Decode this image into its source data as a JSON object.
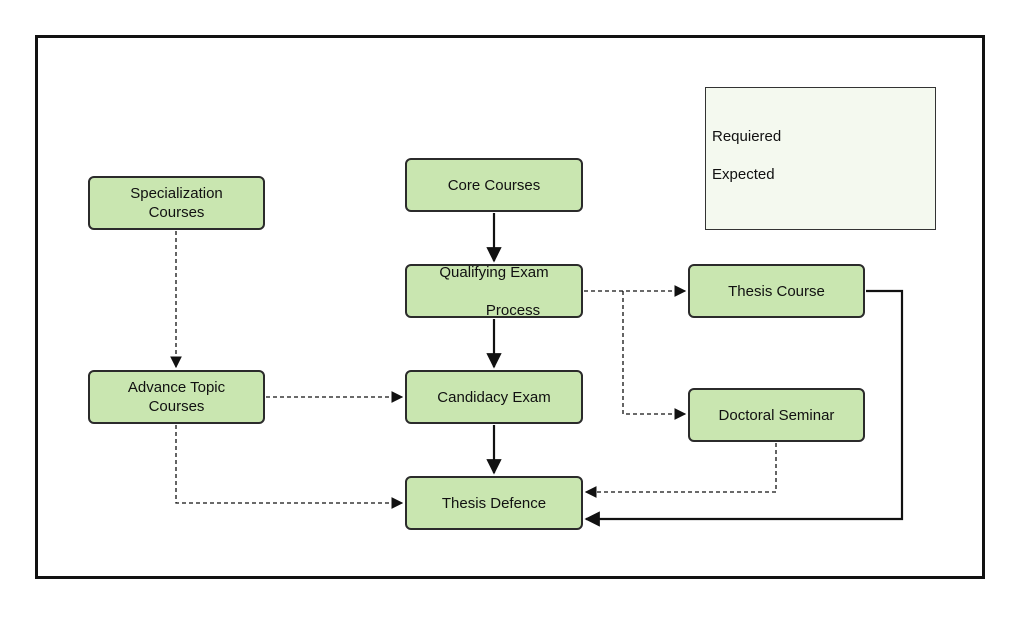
{
  "diagram": {
    "nodes": {
      "specialization": "Specialization\nCourses",
      "core": "Core Courses",
      "qualifying_line1": "Qualifying Exam",
      "qualifying_line2": "Process",
      "thesis_course": "Thesis Course",
      "advance": "Advance Topic\nCourses",
      "candidacy": "Candidacy Exam",
      "doctoral": "Doctoral Seminar",
      "defence": "Thesis Defence"
    },
    "edges": [
      {
        "from": "Core Courses",
        "to": "Qualifying Exam Process",
        "type": "required"
      },
      {
        "from": "Qualifying Exam Process",
        "to": "Candidacy Exam",
        "type": "required"
      },
      {
        "from": "Candidacy Exam",
        "to": "Thesis Defence",
        "type": "required"
      },
      {
        "from": "Thesis Course",
        "to": "Thesis Defence",
        "type": "required"
      },
      {
        "from": "Specialization Courses",
        "to": "Advance Topic Courses",
        "type": "expected"
      },
      {
        "from": "Advance Topic Courses",
        "to": "Candidacy Exam",
        "type": "expected"
      },
      {
        "from": "Advance Topic Courses",
        "to": "Thesis Defence",
        "type": "expected"
      },
      {
        "from": "Qualifying Exam Process",
        "to": "Thesis Course",
        "type": "expected"
      },
      {
        "from": "Qualifying Exam Process",
        "to": "Doctoral Seminar",
        "type": "expected"
      },
      {
        "from": "Doctoral Seminar",
        "to": "Thesis Defence",
        "type": "expected"
      }
    ]
  },
  "legend": {
    "required_label": "Requiered",
    "expected_label": "Expected"
  },
  "colors": {
    "node_fill": "#c9e6b0",
    "node_border": "#2b2b2b",
    "legend_fill": "#f4f9ef",
    "line": "#111111"
  }
}
